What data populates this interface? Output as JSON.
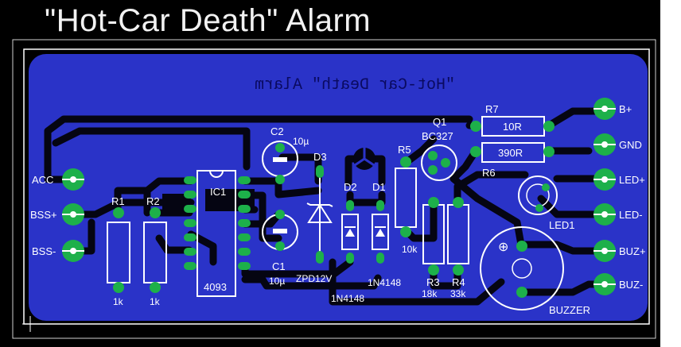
{
  "title": "\"Hot-Car Death\" Alarm",
  "board": {
    "mirrored_text": "\"Hot-Car Death\" Alarm",
    "colors": {
      "board": "#2a33c8",
      "trace": "#050512",
      "pad": "#1db04a",
      "silk": "#ffffff"
    }
  },
  "connectors_left": [
    "ACC",
    "BSS+",
    "BSS-"
  ],
  "connectors_right": [
    "B+",
    "GND",
    "LED+",
    "LED-",
    "BUZ+",
    "BUZ-"
  ],
  "components": {
    "r1": {
      "name": "R1",
      "value": "1k"
    },
    "r2": {
      "name": "R2",
      "value": "1k"
    },
    "ic1": {
      "name": "IC1",
      "value": "4093"
    },
    "c1": {
      "name": "C1",
      "value": "10µ"
    },
    "c2": {
      "name": "C2",
      "value": "10µ"
    },
    "d3": {
      "name": "D3",
      "value": "ZPD12V"
    },
    "d2": {
      "name": "D2",
      "value": "1N4148"
    },
    "d1": {
      "name": "D1",
      "value": "1N4148"
    },
    "r5": {
      "name": "R5",
      "value": "10k"
    },
    "r3": {
      "name": "R3",
      "value": "18k"
    },
    "r4": {
      "name": "R4",
      "value": "33k"
    },
    "q1": {
      "name": "Q1",
      "value": "BC327"
    },
    "r7": {
      "name": "R7",
      "value": "10R"
    },
    "r6": {
      "name": "R6",
      "value": "390R"
    },
    "led1": {
      "name": "LED1"
    },
    "buzzer": {
      "name": "BUZZER"
    }
  }
}
